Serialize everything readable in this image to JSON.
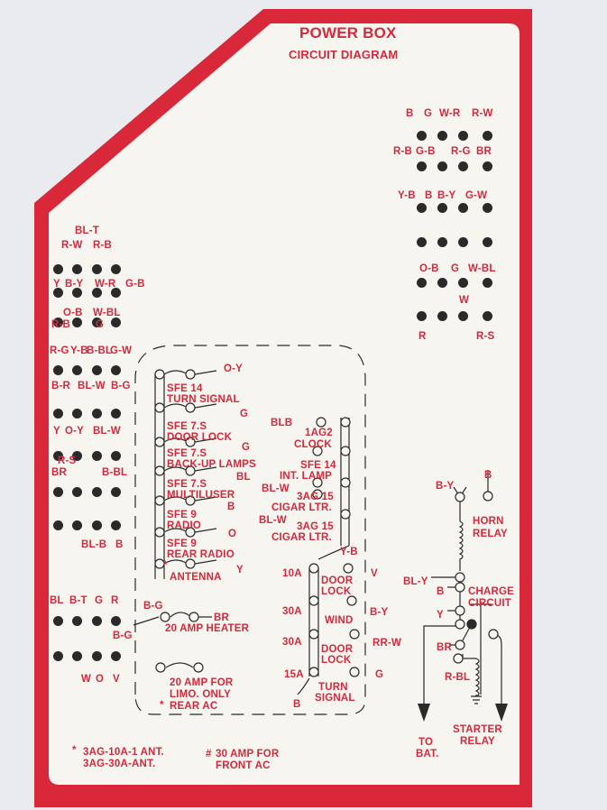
{
  "header": {
    "title": "POWER BOX",
    "subtitle": "CIRCUIT DIAGRAM"
  },
  "colors": {
    "border": "#d8283a",
    "text": "#d22a3c",
    "card": "#f7f5f0"
  },
  "right_grid": {
    "row1": [
      "B",
      "G",
      "W-R",
      "R-W"
    ],
    "row2": [
      "R-B",
      "G-B",
      "R-G",
      "BR"
    ],
    "row3": [
      "Y-B",
      "B",
      "B-Y",
      "G-W"
    ],
    "row4": [
      "O-B",
      "G",
      "W-BL"
    ],
    "row5": [
      "W"
    ],
    "row6": [
      "R",
      "R-S"
    ]
  },
  "left_grid": {
    "a": [
      "BL-T",
      "R-W",
      "R-B"
    ],
    "b": [
      "Y",
      "B-Y",
      "W-R",
      "G-B"
    ],
    "c": [
      "O-B",
      "W-BL",
      "R-B",
      "G"
    ],
    "d": [
      "R-G",
      "Y-B",
      "B-BL",
      "G-W"
    ],
    "e": [
      "B-R",
      "BL-W",
      "B-G"
    ],
    "f": [
      "Y",
      "O-Y",
      "BL-W"
    ],
    "g": [
      "R-S",
      "BR",
      "B-BL"
    ],
    "h": [
      "BL-B",
      "B"
    ],
    "i": [
      "BL",
      "B-T",
      "G",
      "R"
    ],
    "j": [
      "W",
      "O",
      "V"
    ]
  },
  "fuses_left": [
    {
      "wire": "O-Y",
      "name1": "SFE 14",
      "name2": "TURN SIGNAL"
    },
    {
      "wire": "G",
      "name1": "SFE 7.S",
      "name2": "DOOR LOCK"
    },
    {
      "wire": "G",
      "name1": "SFE 7.S",
      "name2": "BACK-UP LAMPS"
    },
    {
      "wire": "BL",
      "name1": "SFE 7.S",
      "name2": "MULTILUSER"
    },
    {
      "wire": "B",
      "name1": "SFE 9",
      "name2": "RADIO"
    },
    {
      "wire": "O",
      "name1": "SFE 9",
      "name2": "REAR RADIO"
    },
    {
      "wire": "Y",
      "star": "*",
      "name1": "ANTENNA"
    }
  ],
  "fuses_right": [
    {
      "wire": "BLB",
      "name1": "1AG2",
      "name2": "CLOCK"
    },
    {
      "name1": "SFE 14",
      "name2": "INT. LAMP"
    },
    {
      "wire": "BL-W",
      "name1": "3AG 15",
      "name2": "CIGAR LTR."
    },
    {
      "wire": "BL-W",
      "name1": "3AG 15",
      "name2": "CIGAR LTR."
    }
  ],
  "breakers": {
    "feed": "Y-B",
    "items": [
      {
        "amp": "10A",
        "name1": "DOOR",
        "name2": "LOCK",
        "wire": "V"
      },
      {
        "amp": "30A",
        "name1": "WIND",
        "wire": "B-Y"
      },
      {
        "amp": "30A",
        "name1": "DOOR",
        "name2": "LOCK",
        "wire": "RR-W"
      },
      {
        "amp": "15A",
        "name1": "TURN",
        "name2": "SIGNAL",
        "wire": "G"
      }
    ],
    "bottom_wire": "B"
  },
  "heater": {
    "in": "B-G",
    "out": "BR",
    "label": "20 AMP HEATER",
    "left_wire": "B-G"
  },
  "limo": {
    "line1": "20 AMP FOR",
    "line2": "LIMO. ONLY",
    "star": "*",
    "line3": "REAR AC"
  },
  "relays": {
    "horn_in": "B-Y",
    "horn_b": "B",
    "horn1": "HORN",
    "horn2": "RELAY",
    "bl_y": "BL-Y",
    "b": "B",
    "charge1": "CHARGE",
    "charge2": "CIRCUIT",
    "y": "Y",
    "br": "BR",
    "r_bl": "R-BL",
    "bat1": "TO",
    "bat2": "BAT.",
    "starter1": "STARTER",
    "starter2": "RELAY"
  },
  "notes": {
    "star": "*",
    "ant1": "3AG-10A-1 ANT.",
    "ant2": "3AG-30A-ANT.",
    "hash": "#",
    "ac1": "30 AMP FOR",
    "ac2": "FRONT AC"
  }
}
